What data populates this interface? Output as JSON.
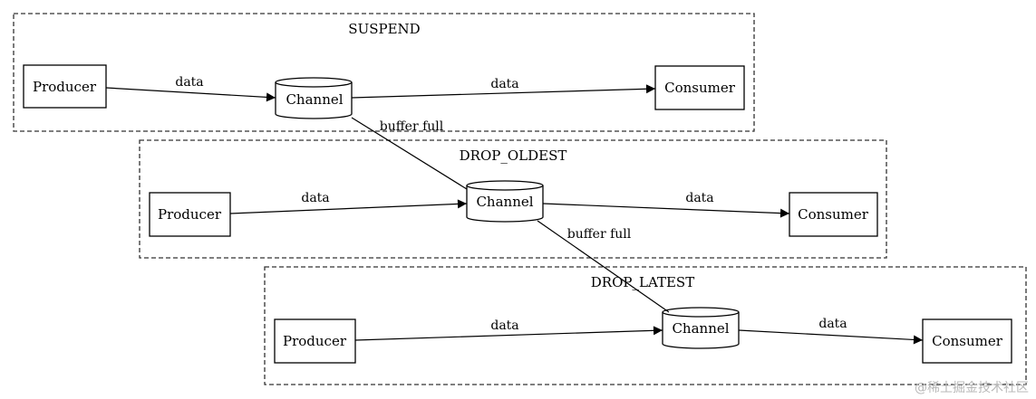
{
  "diagram": {
    "clusters": [
      {
        "title": "SUSPEND",
        "producer": "Producer",
        "channel": "Channel",
        "consumer": "Consumer",
        "edge_in": "data",
        "edge_out": "data"
      },
      {
        "title": "DROP_OLDEST",
        "producer": "Producer",
        "channel": "Channel",
        "consumer": "Consumer",
        "edge_in": "data",
        "edge_out": "data"
      },
      {
        "title": "DROP_LATEST",
        "producer": "Producer",
        "channel": "Channel",
        "consumer": "Consumer",
        "edge_in": "data",
        "edge_out": "data"
      }
    ],
    "cross_edges": [
      {
        "label": "buffer full"
      },
      {
        "label": "buffer full"
      }
    ]
  },
  "watermark": "@稀土掘金技术社区"
}
